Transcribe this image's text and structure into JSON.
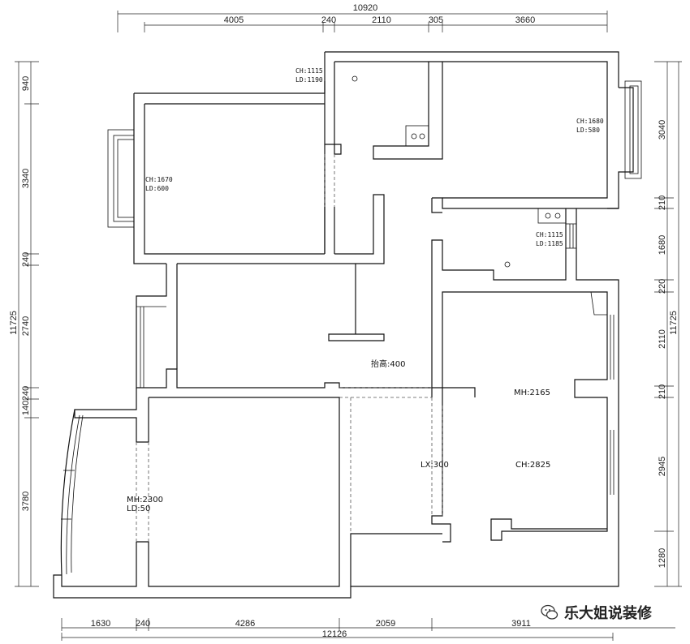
{
  "dimensions": {
    "top_total": "10920",
    "top": [
      "4005",
      "240",
      "2110",
      "305",
      "3660"
    ],
    "bottom_total": "12126",
    "bottom": [
      "1630",
      "240",
      "4286",
      "2059",
      "3911"
    ],
    "left_total": "11725",
    "left": [
      "940",
      "3340",
      "240",
      "2740",
      "240",
      "140",
      "3780"
    ],
    "right_total": "11725",
    "right": [
      "3040",
      "210",
      "1680",
      "220",
      "2110",
      "210",
      "2945",
      "1280"
    ]
  },
  "annotations": {
    "kitchen_top": [
      "CH:1115",
      "LD:1190"
    ],
    "bedroom_ne": [
      "CH:1680",
      "LD:580"
    ],
    "bedroom_nw": [
      "CH:1670",
      "LD:600"
    ],
    "bath": [
      "CH:1115",
      "LD:1185"
    ],
    "ceiling": "抬高:400",
    "living_door": "MH:2165",
    "lx": "LX:300",
    "living_ch": "CH:2825",
    "balcony": [
      "MH:2300",
      "LD:50"
    ]
  },
  "watermark": {
    "text": "乐大姐说装修",
    "icon": "wechat-icon"
  }
}
